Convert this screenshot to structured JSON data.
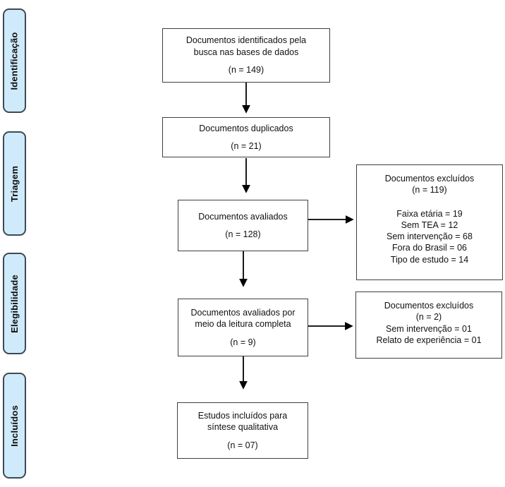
{
  "colors": {
    "sidebar_fill": "#cfeafb",
    "sidebar_border": "#3d4a52",
    "box_border": "#3f3f3f",
    "arrow": "#000000",
    "background": "#ffffff"
  },
  "sidebar": {
    "stages": [
      {
        "label": "Identificação"
      },
      {
        "label": "Triagem"
      },
      {
        "label": "Elegibilidade"
      },
      {
        "label": "Incluídos"
      }
    ]
  },
  "flow": {
    "identified": {
      "text": "Documentos identificados pela\nbusca nas bases de dados",
      "n": "(n = 149)"
    },
    "duplicates": {
      "text": "Documentos duplicados",
      "n": "(n = 21)"
    },
    "screened": {
      "text": "Documentos avaliados",
      "n": "(n = 128)"
    },
    "fulltext": {
      "text": "Documentos avaliados por\nmeio da leitura completa",
      "n": "(n = 9)"
    },
    "included": {
      "text": "Estudos incluídos para\nsíntese qualitativa",
      "n": "(n = 07)"
    },
    "excluded_screening": {
      "title": "Documentos excluídos",
      "n": "(n = 119)",
      "reasons": [
        "Faixa etária = 19",
        "Sem TEA = 12",
        "Sem intervenção = 68",
        "Fora do Brasil = 06",
        "Tipo de estudo = 14"
      ]
    },
    "excluded_fulltext": {
      "title": "Documentos excluídos",
      "n": "(n = 2)",
      "reasons": [
        "Sem intervenção = 01",
        "Relato de experiência = 01"
      ]
    }
  }
}
